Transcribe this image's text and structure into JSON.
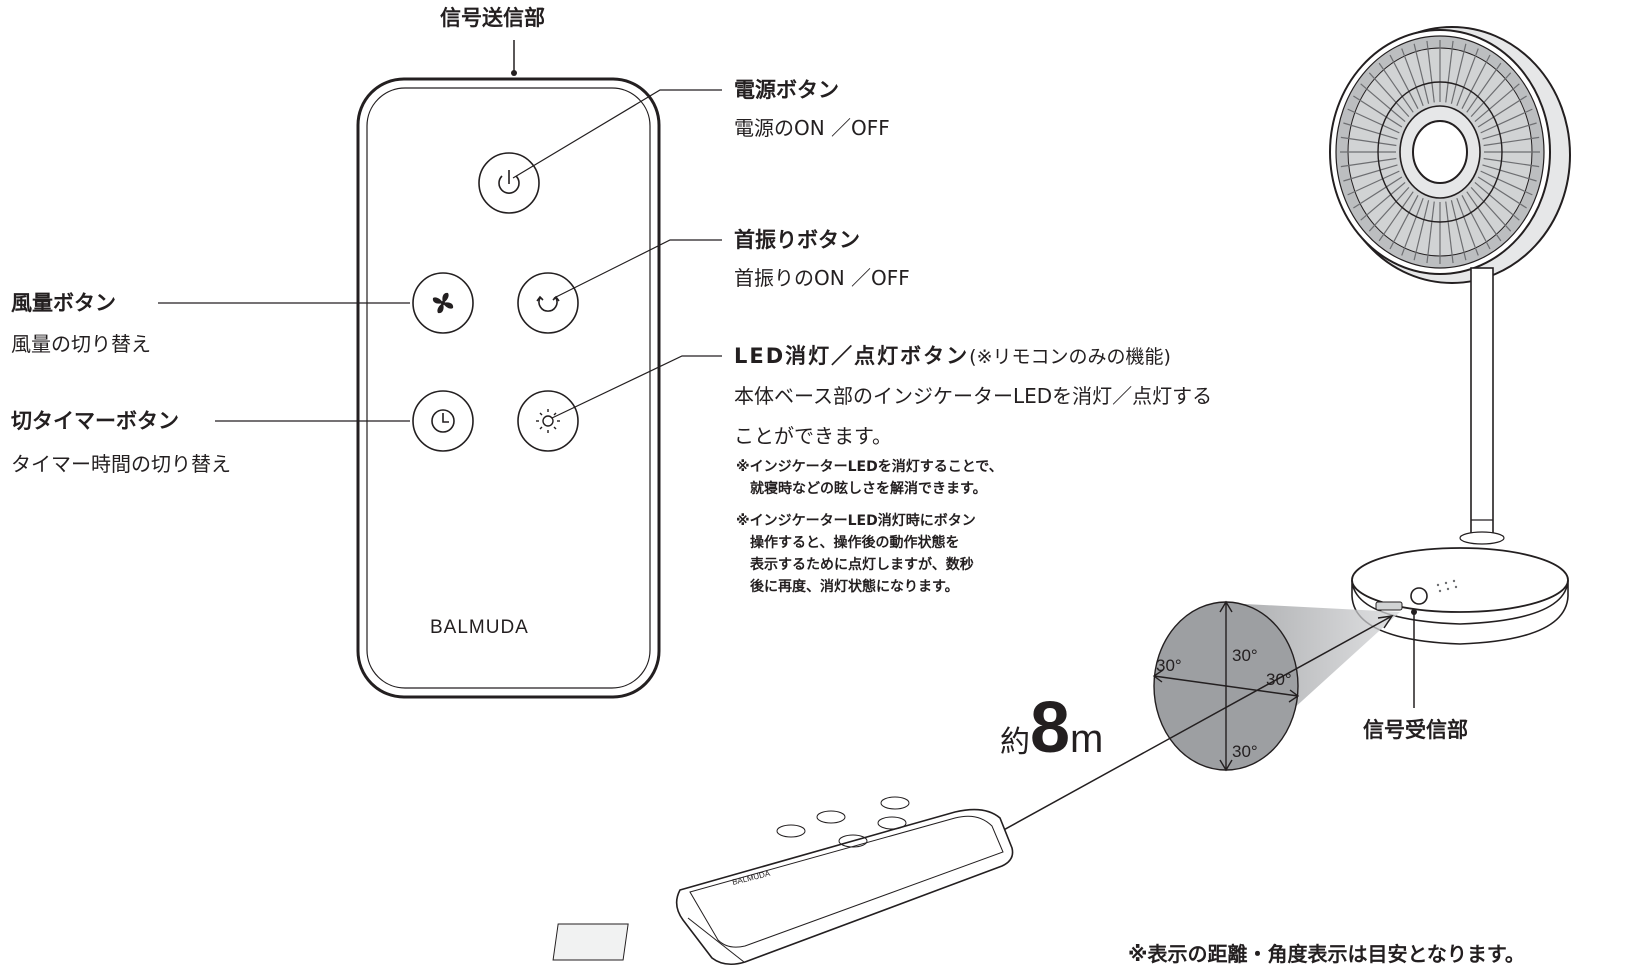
{
  "labels": {
    "transmitter": "信号送信部",
    "receiver": "信号受信部",
    "power": {
      "title": "電源ボタン",
      "desc": "電源のON ／OFF"
    },
    "swing": {
      "title": "首振りボタン",
      "desc": "首振りのON ／OFF"
    },
    "wind": {
      "title": "風量ボタン",
      "desc": "風量の切り替え"
    },
    "timer": {
      "title": "切タイマーボタン",
      "desc": "タイマー時間の切り替え"
    },
    "led": {
      "title": "LED消灯／点灯ボタン",
      "subtitle": "(※リモコンのみの機能)",
      "desc_line1": "本体ベース部のインジケーターLEDを消灯／点灯する",
      "desc_line2": "ことができます。",
      "note1_line1": "※インジケーターLEDを消灯することで、",
      "note1_line2": "就寝時などの眩しさを解消できます。",
      "note2_line1": "※インジケーターLED消灯時にボタン",
      "note2_line2": "操作すると、操作後の動作状態を",
      "note2_line3": "表示するために点灯しますが、数秒",
      "note2_line4": "後に再度、消灯状態になります。"
    }
  },
  "remote": {
    "brand": "BALMUDA"
  },
  "range": {
    "prefix": "約",
    "distance": "8",
    "unit": "m",
    "angle_top": "30°",
    "angle_left": "30°",
    "angle_right": "30°",
    "angle_bottom": "30°"
  },
  "footnote": "※表示の距離・角度表示は目安となります。",
  "icons": [
    "power-icon",
    "fan-icon",
    "swing-icon",
    "timer-icon",
    "sun-icon"
  ],
  "colors": {
    "line": "#231f20",
    "cone": "#a7a9ac",
    "cone_dark": "#939598"
  }
}
